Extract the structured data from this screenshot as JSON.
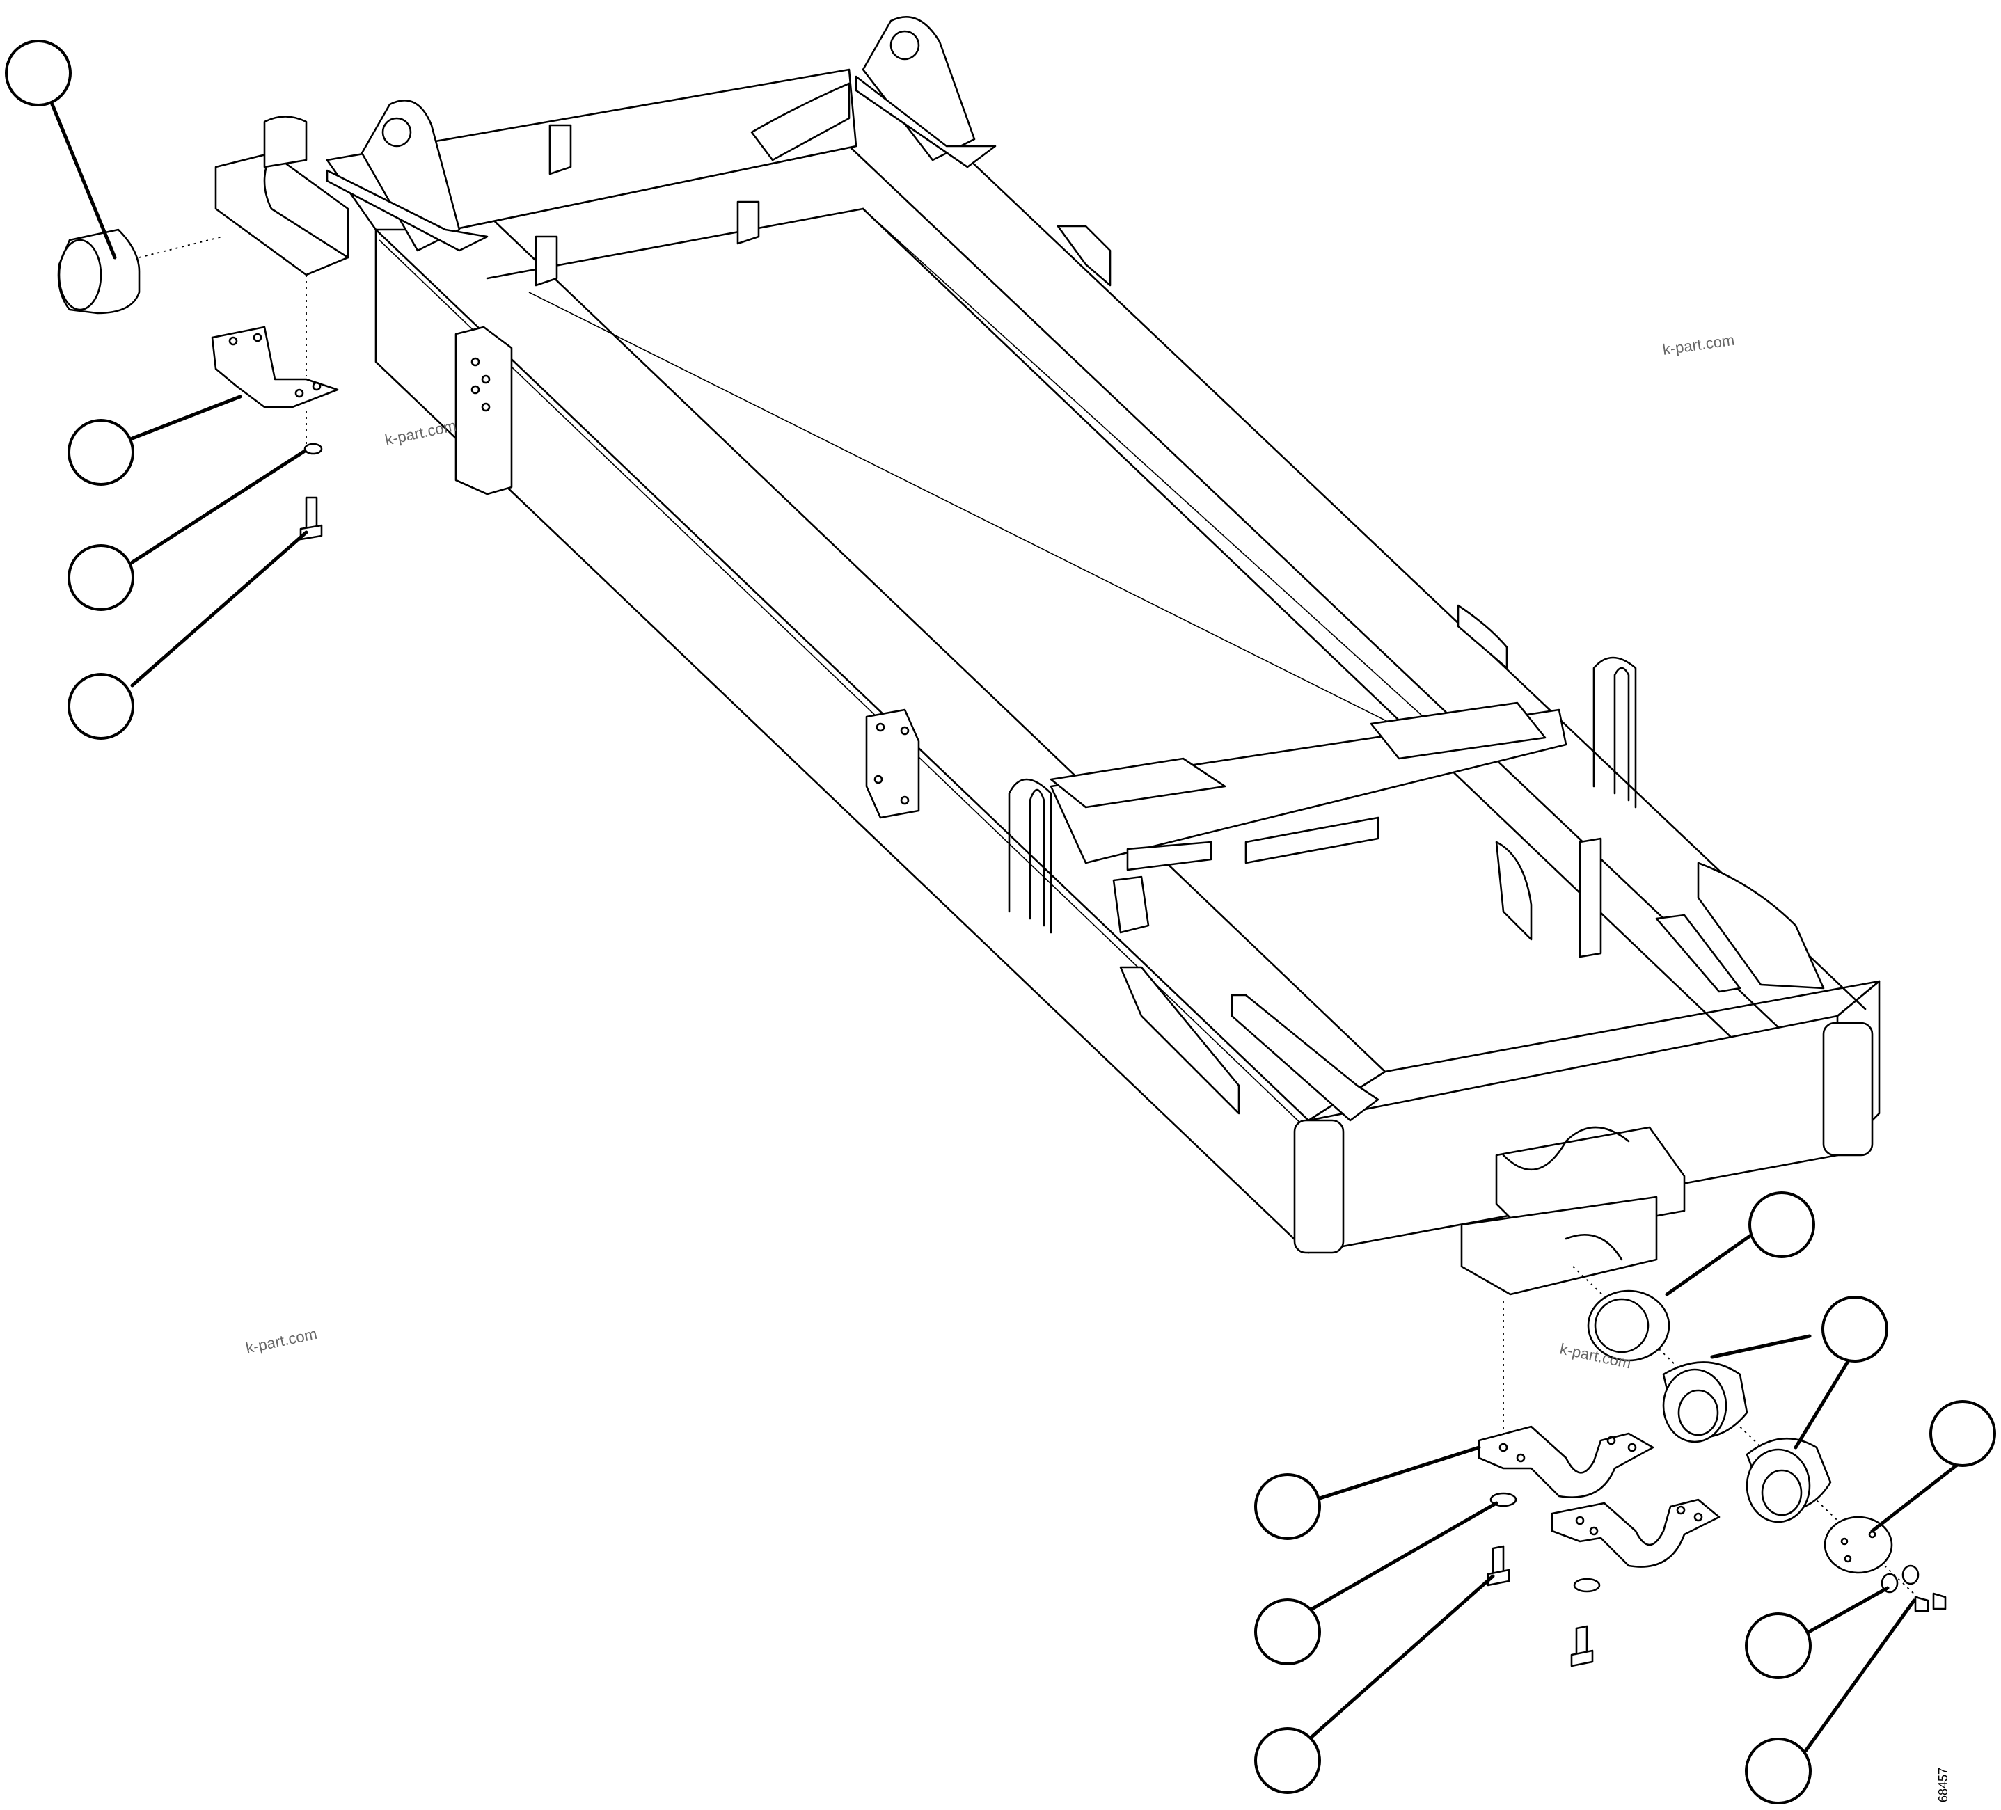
{
  "watermarks": [
    "k-part.com",
    "k-part.com",
    "k-part.com",
    "k-part.com"
  ],
  "drawing_number": "68457"
}
